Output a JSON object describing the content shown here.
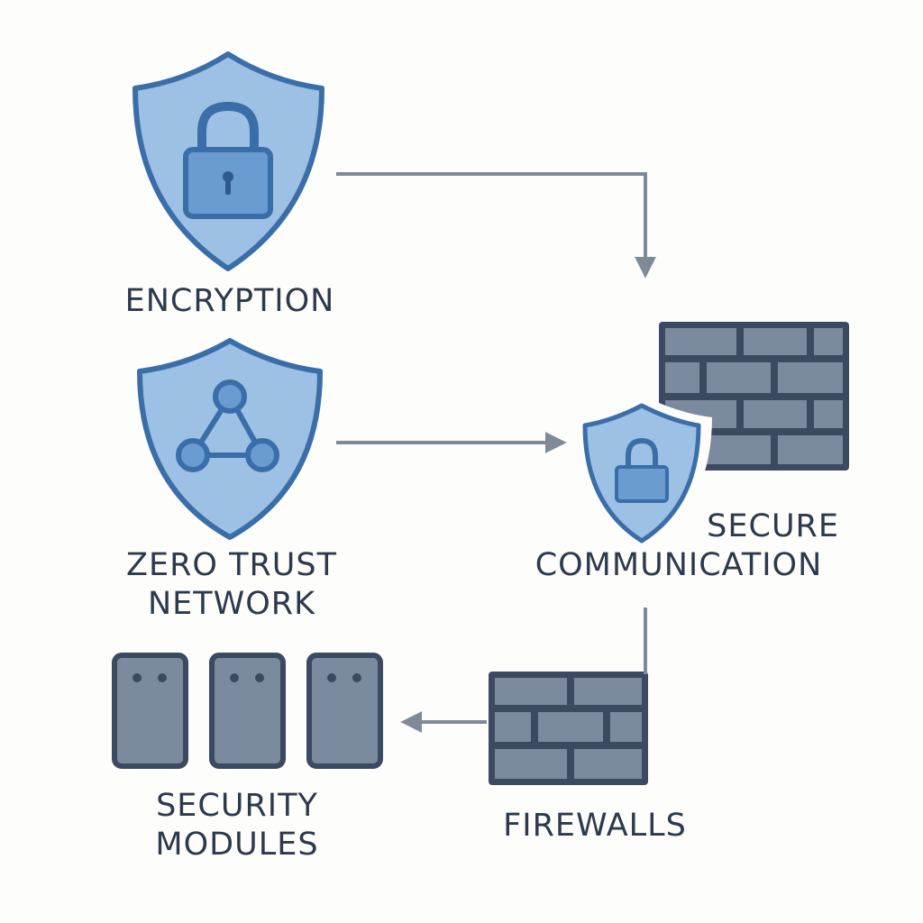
{
  "nodes": {
    "encryption": {
      "label": "ENCRYPTION",
      "icon": "shield-lock-icon"
    },
    "zero_trust": {
      "label_line1": "ZERO TRUST",
      "label_line2": "NETWORK",
      "icon": "shield-network-icon"
    },
    "secure_communication": {
      "label_line1": "SECURE",
      "label_line2": "COMMUNICATION",
      "icon": "firewall-shield-lock-icon"
    },
    "firewalls": {
      "label": "FIREWALLS",
      "icon": "brick-wall-icon"
    },
    "security_modules": {
      "label_line1": "SECURITY",
      "label_line2": "MODULES",
      "icon": "server-modules-icon"
    }
  },
  "edges": [
    {
      "from": "ENCRYPTION",
      "to": "SECURE COMMUNICATION"
    },
    {
      "from": "ZERO TRUST NETWORK",
      "to": "SECURE COMMUNICATION"
    },
    {
      "from": "SECURE COMMUNICATION",
      "to": "FIREWALLS"
    },
    {
      "from": "FIREWALLS",
      "to": "SECURITY MODULES"
    }
  ],
  "colors": {
    "shield_fill": "#9dc0e5",
    "shield_stroke": "#3a6ea8",
    "wall_fill": "#7b8a9f",
    "wall_stroke": "#3b4a60",
    "arrow": "#7f8a99",
    "text": "#2d3a4d",
    "background": "#fdfdfb"
  }
}
